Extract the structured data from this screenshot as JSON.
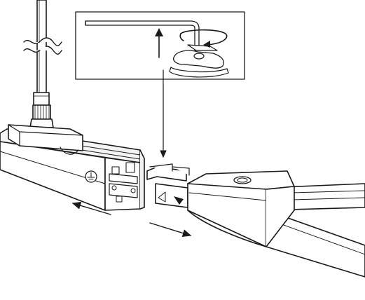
{
  "diagram": {
    "colors": {
      "line": "#1a1a1a",
      "fill_light": "#ffffff",
      "fill_shade": "#e6e6e6",
      "fill_mid": "#cfcfcf",
      "fill_dark": "#9a9a9a",
      "background": "#ffffff"
    },
    "parts": [
      "suspension-cable",
      "cable-grip-tube",
      "track-adapter",
      "left-track-rail",
      "right-track-rail",
      "connector-end-cap",
      "mechanical-connector",
      "hex-key-inset",
      "rotation-arrow-icon",
      "up-arrow-icon",
      "leader-arrow",
      "push-left-arrow",
      "push-right-arrow",
      "ground-symbol-icon"
    ]
  }
}
